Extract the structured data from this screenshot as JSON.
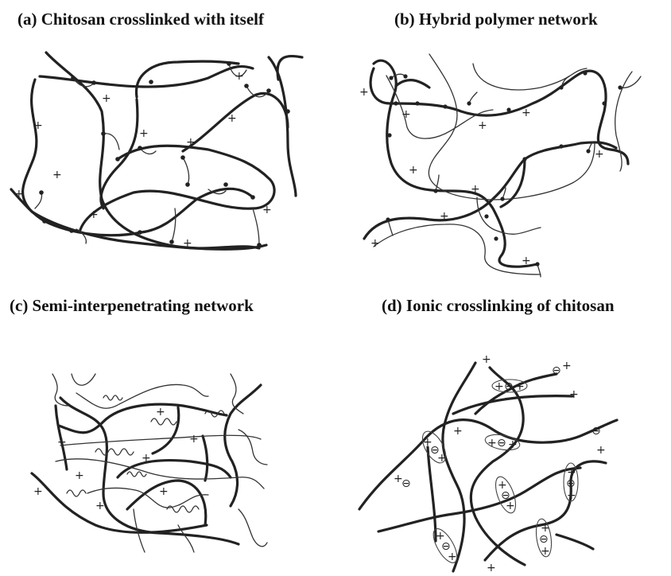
{
  "panels": {
    "a": {
      "title": "(a) Chitosan crosslinked with itself"
    },
    "b": {
      "title": "(b) Hybrid polymer network"
    },
    "c": {
      "title": "(c) Semi-interpenetrating network"
    },
    "d": {
      "title": "(d) Ionic crosslinking of chitosan"
    }
  },
  "symbols": {
    "plus": "+",
    "minus": "⊖"
  }
}
